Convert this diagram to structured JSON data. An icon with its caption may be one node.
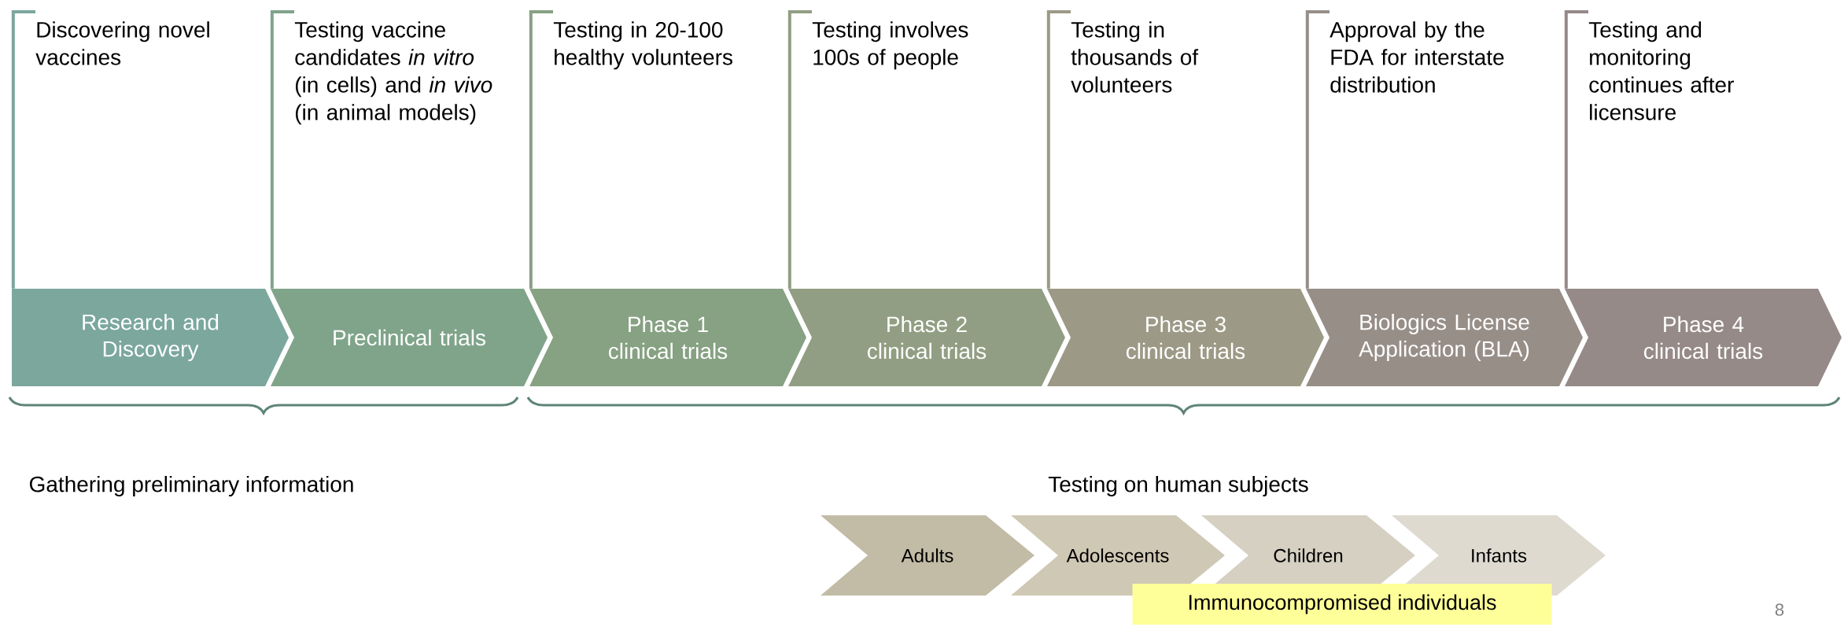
{
  "diagram": {
    "nodes": [
      {
        "text": [
          "Discovering novel vaccines"
        ]
      },
      {
        "text": [
          "Testing vaccine candidates *in vitro* (in cells) and *in vivo* (in animal models)"
        ]
      },
      {
        "text": [
          "Testing in 20-100 healthy volunteers"
        ]
      },
      {
        "text": [
          "Testing involves 100s of people"
        ]
      },
      {
        "text": [
          "Testing in thousands of volunteers"
        ]
      },
      {
        "text": [
          "Approval by the FDA for interstate distribution"
        ]
      },
      {
        "text": [
          "Testing and monitoring continues after licensure"
        ]
      },
      {
        "text": [
          "Research and Discovery"
        ]
      },
      {
        "text": [
          "Preclinical trials"
        ]
      },
      {
        "text": [
          "Phase 1 clinical trials"
        ]
      },
      {
        "text": [
          "Phase 2 clinical trials"
        ]
      },
      {
        "text": [
          "Phase 3 clinical trials"
        ]
      },
      {
        "text": [
          "Biologics License Application (BLA)"
        ]
      },
      {
        "text": [
          "Phase 4 clinical trials"
        ]
      },
      {
        "text": [
          "Adults"
        ]
      },
      {
        "text": [
          "Adolescents"
        ]
      },
      {
        "text": [
          "Children"
        ]
      },
      {
        "text": [
          "Infants"
        ]
      },
      {
        "text": [
          "Immunocompromised individuals"
        ]
      }
    ],
    "edges": [
      {
        "from": 0,
        "to": 7,
        "arrow": "none"
      },
      {
        "from": 1,
        "to": 8,
        "arrow": "none"
      },
      {
        "from": 2,
        "to": 9,
        "arrow": "none"
      },
      {
        "from": 3,
        "to": 10,
        "arrow": "none"
      },
      {
        "from": 4,
        "to": 11,
        "arrow": "none"
      },
      {
        "from": 5,
        "to": 12,
        "arrow": "none"
      },
      {
        "from": 6,
        "to": 13,
        "arrow": "none"
      }
    ],
    "labels": [
      "Gathering preliminary information",
      "Testing on human subjects",
      "8"
    ]
  }
}
